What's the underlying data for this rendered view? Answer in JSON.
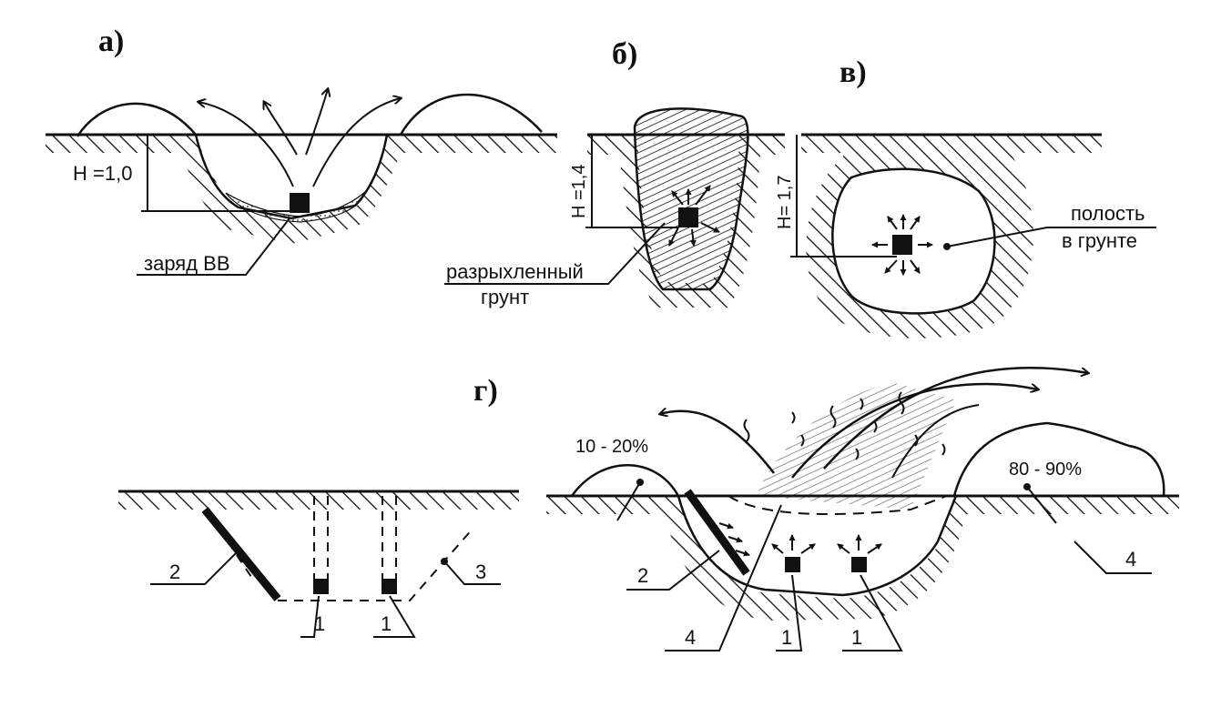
{
  "panels": {
    "a": {
      "letter": "а)",
      "depth": "H =1,0",
      "charge_label": "заряд ВВ"
    },
    "b": {
      "letter": "б)",
      "depth": "H =1,4",
      "soil_label_1": "разрыхленный",
      "soil_label_2": "грунт"
    },
    "c": {
      "letter": "в)",
      "depth": "H= 1,7",
      "cavity_label_1": "полость",
      "cavity_label_2": "в грунте"
    },
    "d": {
      "letter": "г)",
      "pct_left": "10 - 20%",
      "pct_right": "80 - 90%",
      "callouts_before": [
        "2",
        "1",
        "1",
        "3"
      ],
      "callouts_after": [
        "2",
        "4",
        "1",
        "1",
        "4"
      ]
    }
  },
  "colors": {
    "ink": "#111111",
    "background": "#ffffff"
  }
}
